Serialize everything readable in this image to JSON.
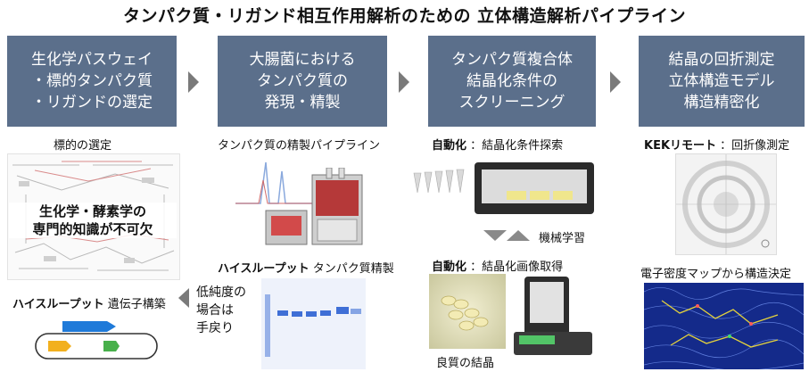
{
  "title": "タンパク質・リガンド相互作用解析のための 立体構造解析パイプライン",
  "steps": [
    {
      "text": "生化学パスウェイ\n・標的タンパク質\n・リガンドの選定"
    },
    {
      "text": "大腸菌における\nタンパク質の\n発現・精製"
    },
    {
      "text": "タンパク質複合体\n結晶化条件の\nスクリーニング"
    },
    {
      "text": "結晶の回折測定\n立体構造モデル\n構造精密化"
    }
  ],
  "col1": {
    "top_label": "標的の選定",
    "overlay": "生化学・酵素学の\n専門的知識が不可欠",
    "bottom_label_bold": "ハイスループット",
    "bottom_label_rest": "遺伝子構築"
  },
  "col2": {
    "top_label": "タンパク質の精製パイプライン",
    "mid_label_bold": "ハイスループット",
    "mid_label_rest": "タンパク質精製",
    "side_note": "低純度の\n場合は\n手戻り"
  },
  "col3": {
    "top_label_bold": "自動化",
    "top_label_rest": "：結晶化条件探索",
    "ml_label": "機械学習",
    "mid_label_bold": "自動化",
    "mid_label_rest": "：結晶化画像取得",
    "bottom_label": "良質の結晶"
  },
  "col4": {
    "top_label_bold": "KEKリモート",
    "top_label_rest": "：回折像測定",
    "mid_label": "電子密度マップから構造決定"
  },
  "colors": {
    "step_bg": "#5b6f8b",
    "arrow": "#7a7a7a",
    "gel_band": "#3f6fd6",
    "density_bg": "#142a8a"
  }
}
